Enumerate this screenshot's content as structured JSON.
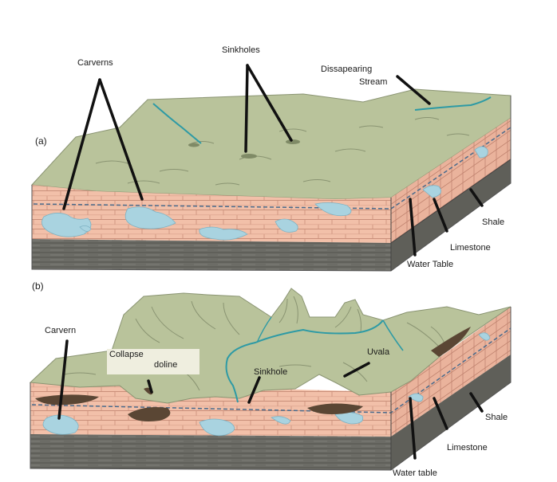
{
  "diagram": {
    "panels": [
      {
        "tag": "(a)",
        "labels": {
          "carverns": "Carverns",
          "sinkholes": "Sinkholes",
          "disappearing_stream": [
            "Dissapearing",
            "Stream"
          ],
          "shale": "Shale",
          "limestone": "Limestone",
          "water_table": "Water Table"
        }
      },
      {
        "tag": "(b)",
        "labels": {
          "carvern": "Carvern",
          "collapse_doline": [
            "Collapse",
            "doline"
          ],
          "sinkhole": "Sinkhole",
          "uvala": "Uvala",
          "shale": "Shale",
          "limestone": "Limestone",
          "water_table": "Water table"
        }
      }
    ],
    "colors": {
      "surface": "#b9c39b",
      "limestone": "#f2c0a9",
      "limestone_lines": "#c98f7a",
      "shale": "#6c6c66",
      "cavern_water": "#a9d3e0",
      "stream": "#2d9aa5",
      "leader_lines": "#111111"
    }
  }
}
